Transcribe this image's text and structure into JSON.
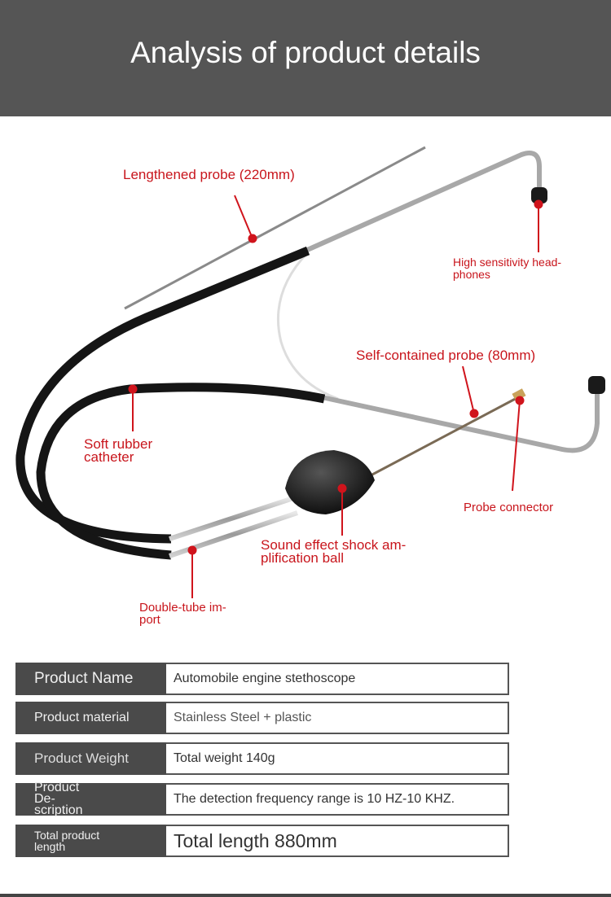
{
  "header": {
    "title": "Analysis of product details"
  },
  "annotations": {
    "lengthened_probe": "Lengthened probe (220mm)",
    "headphones": "High sensitivity head-phones",
    "self_contained_probe": "Self-contained probe (80mm)",
    "soft_rubber": "Soft rubber catheter",
    "probe_connector": "Probe connector",
    "sound_ball": "Sound effect shock am-plification ball",
    "double_tube": "Double-tube im-port"
  },
  "specs": [
    {
      "label": "Product Name",
      "value": "Automobile engine stethoscope"
    },
    {
      "label": "Product material",
      "value": "Stainless Steel + plastic"
    },
    {
      "label": "Product Weight",
      "value": "Total weight 140g"
    },
    {
      "label": "Product De-scription",
      "value": "The detection frequency range is 10 HZ-10 KHZ."
    },
    {
      "label": "Total product length",
      "value": "Total length 880mm"
    }
  ],
  "colors": {
    "header": "#555555",
    "annotation": "#c8151c",
    "label_cell": "#4a4a4a"
  }
}
